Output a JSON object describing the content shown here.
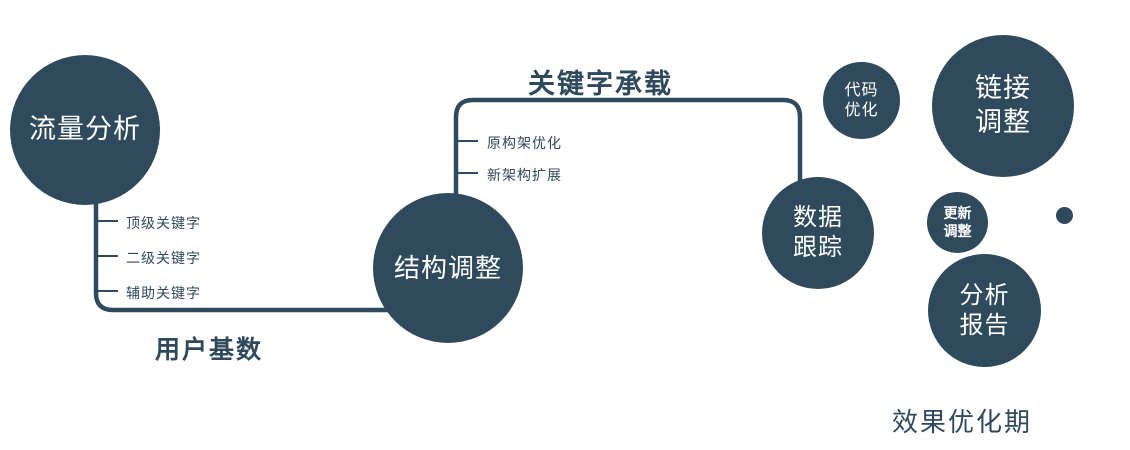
{
  "colors": {
    "primary": "#2e4a5c",
    "text_on_node": "#ffffff"
  },
  "nodes": {
    "traffic": {
      "label": "流量分析"
    },
    "structure": {
      "label": "结构调整"
    },
    "tracking": {
      "line1": "数据",
      "line2": "跟踪"
    },
    "code": {
      "line1": "代码",
      "line2": "优化"
    },
    "link": {
      "line1": "链接",
      "line2": "调整"
    },
    "update": {
      "line1": "更新",
      "line2": "调整"
    },
    "report": {
      "line1": "分析",
      "line2": "报告"
    }
  },
  "edges": {
    "user_base": "用户基数",
    "keyword_carry": "关键字承载"
  },
  "ticks_left": [
    "顶级关键字",
    "二级关键字",
    "辅助关键字"
  ],
  "ticks_mid": [
    "原构架优化",
    "新架构扩展"
  ],
  "footer": "效果优化期"
}
